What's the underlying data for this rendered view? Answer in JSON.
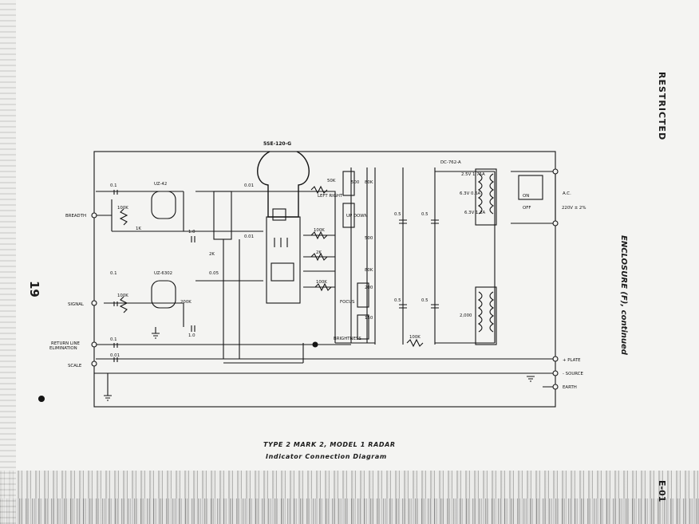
{
  "header": {
    "classification": "RESTRICTED",
    "page_number": "19",
    "page_id": "E-01"
  },
  "side_note": "ENCLOSURE (F), continued",
  "caption": {
    "line1": "TYPE 2 MARK 2, MODEL 1 RADAR",
    "line2": "Indicator Connection Diagram"
  },
  "diagram": {
    "tube": "5SE-120-G",
    "valve_top": "UZ-42",
    "valve_bottom": "UZ-6302",
    "transformer": "DC-762-A",
    "inputs": {
      "breadth": "BREADTH",
      "signal": "SIGNAL",
      "return_line": "RETURN LINE",
      "elimination": "ELIMINATION",
      "scale": "SCALE"
    },
    "outputs": {
      "plate": "+ PLATE",
      "source": "- SOURCE",
      "earth": "EARTH"
    },
    "ac": {
      "label": "A.C.",
      "voltage": "220V ± 2%",
      "on": "ON",
      "off": "OFF"
    },
    "controls": {
      "left_right": "LEFT RIGHT",
      "up_down": "UP DOWN",
      "focus": "FOCUS",
      "brightness": "BRIGHTNESS"
    },
    "components": {
      "c1": "0.1",
      "c2": "0.1",
      "c3": "0.1",
      "c4": "0.01",
      "c5": "0.01",
      "c6": "0.01",
      "c7": "1.0",
      "c8": "1.0",
      "c9": "0.05",
      "c10": "0.5",
      "c11": "0.5",
      "c12": "0.5",
      "c13": "0.5",
      "r1": "100K",
      "r2": "100K",
      "r3": "1K",
      "r4": "2K",
      "r5": "2K",
      "r6": "100K",
      "r7": "100K",
      "r8": "50K",
      "r9": "500",
      "r10": "80K",
      "r11": "500",
      "r12": "80K",
      "r13": "200",
      "r14": "150",
      "r15": "100K",
      "r16": "200K",
      "r17": "2,000",
      "t1": "2.5V 1.75A",
      "t2": "6.3V 0.6A",
      "t3": "6.3V 1.2A"
    },
    "colors": {
      "ink": "#141414",
      "paper": "#f4f4f2"
    }
  }
}
